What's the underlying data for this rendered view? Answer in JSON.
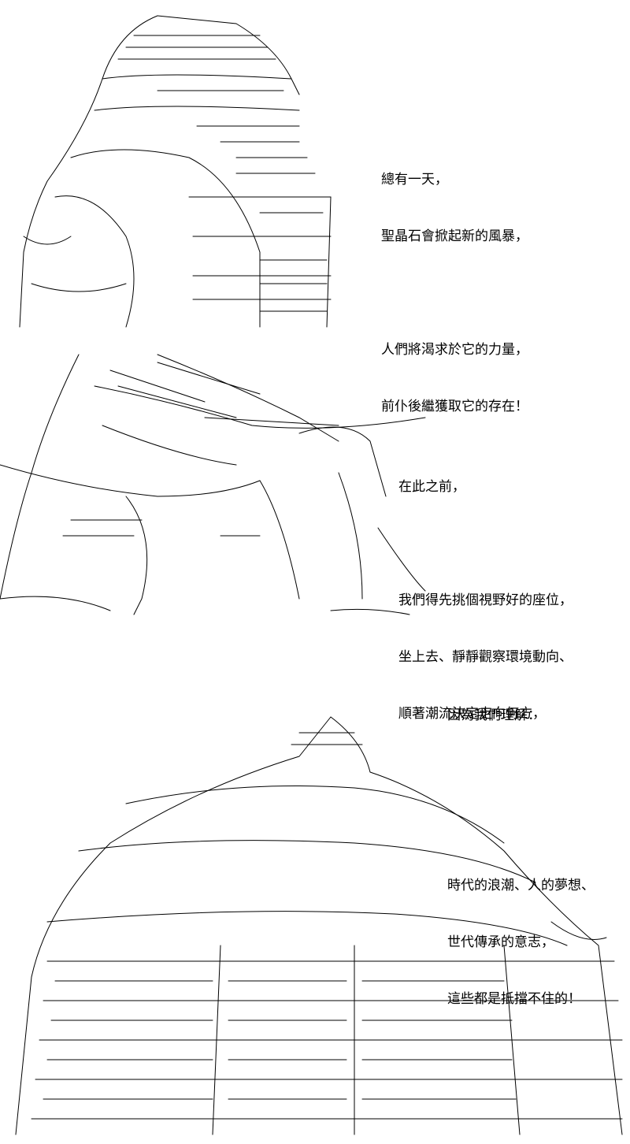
{
  "panels": [
    {
      "id": "panel-1",
      "lines": [
        "總有一天，",
        "聖晶石會掀起新的風暴，",
        "",
        "人們將渴求於它的力量，",
        "前仆後繼獲取它的存在！"
      ]
    },
    {
      "id": "panel-2",
      "lines": [
        "在此之前，",
        "",
        "我們得先挑個視野好的座位，",
        "坐上去、靜靜觀察環境動向、",
        "順著潮流決定走向何方，"
      ]
    },
    {
      "id": "panel-3",
      "lines": [
        "因為我們理解：",
        "",
        "",
        "時代的浪潮、人的夢想、",
        "世代傳承的意志，",
        "這些都是抵擋不住的！"
      ]
    }
  ]
}
